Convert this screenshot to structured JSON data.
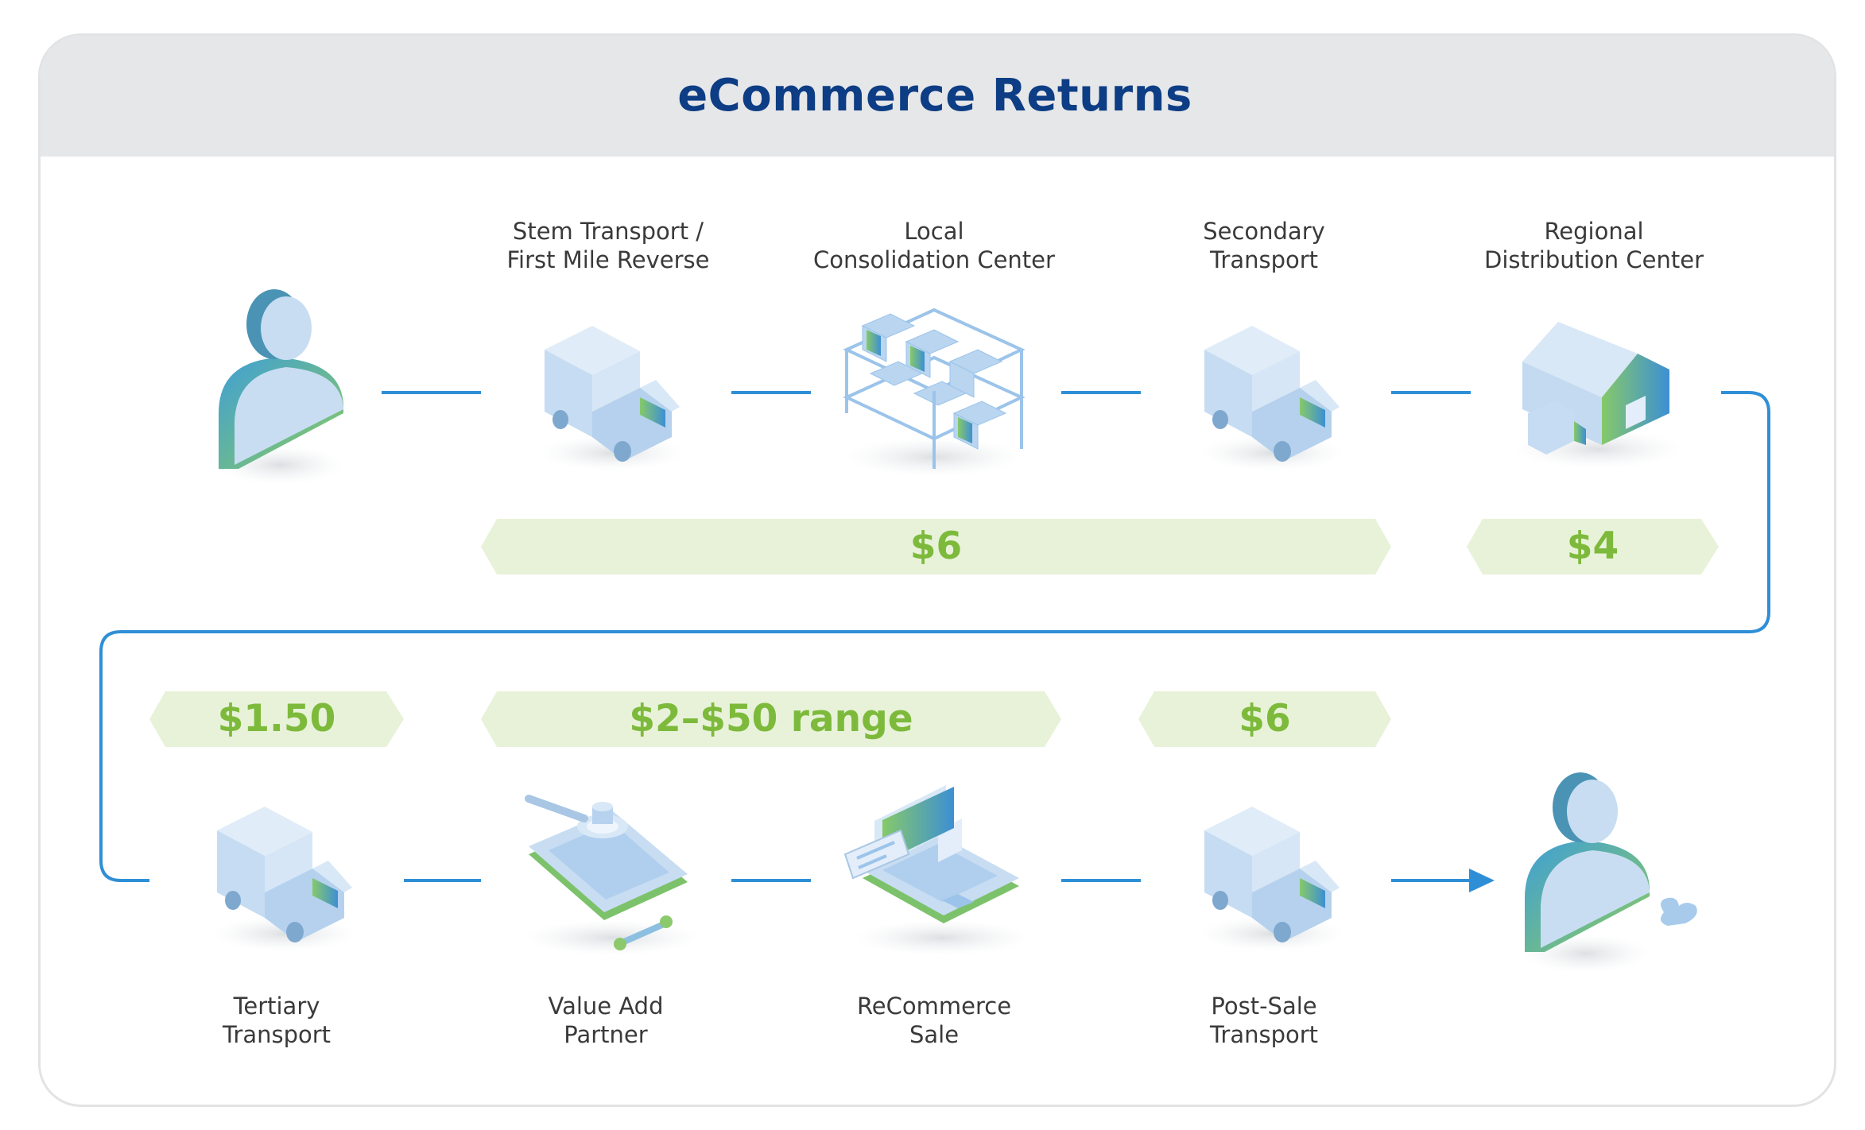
{
  "title": "eCommerce Returns",
  "steps": [
    {
      "line1": "Stem Transport /",
      "line2": "First Mile Reverse",
      "icon": "truck-icon"
    },
    {
      "line1": "Local",
      "line2": "Consolidation Center",
      "icon": "shelves-icon"
    },
    {
      "line1": "Secondary",
      "line2": "Transport",
      "icon": "truck-icon"
    },
    {
      "line1": "Regional",
      "line2": "Distribution Center",
      "icon": "warehouse-icon"
    },
    {
      "line1": "Tertiary",
      "line2": "Transport",
      "icon": "truck-icon"
    },
    {
      "line1": "Value Add",
      "line2": "Partner",
      "icon": "phone-repair-icon"
    },
    {
      "line1": "ReCommerce",
      "line2": "Sale",
      "icon": "laptop-icon"
    },
    {
      "line1": "Post-Sale",
      "line2": "Transport",
      "icon": "truck-icon"
    }
  ],
  "costs": [
    {
      "label": "$6"
    },
    {
      "label": "$4"
    },
    {
      "label": "$1.50"
    },
    {
      "label": "$2–$50 range"
    },
    {
      "label": "$6"
    }
  ],
  "colors": {
    "title": "#0d3d84",
    "cost_text": "#7dba3c",
    "cost_band": "#e8f2d9",
    "connector": "#2f8fd6",
    "icon_light": "#c9def2",
    "icon_green": "#7cc26b"
  }
}
